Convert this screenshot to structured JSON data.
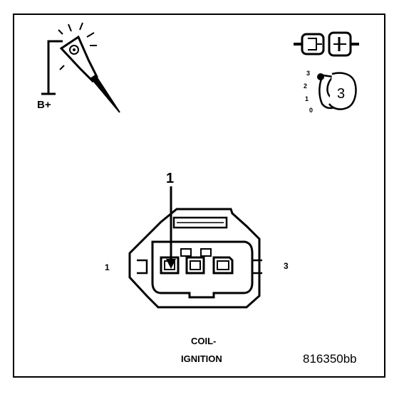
{
  "labels": {
    "b_plus": "B+",
    "callout": "1",
    "pin_left": "1",
    "pin_right": "3",
    "title_line1": "COIL-",
    "title_line2": "IGNITION",
    "figure_id": "816350bb"
  },
  "ignition_key": {
    "position_value": "3",
    "scale": [
      "3",
      "2",
      "1",
      "0"
    ]
  },
  "colors": {
    "ink": "#000000",
    "paper": "#ffffff"
  }
}
